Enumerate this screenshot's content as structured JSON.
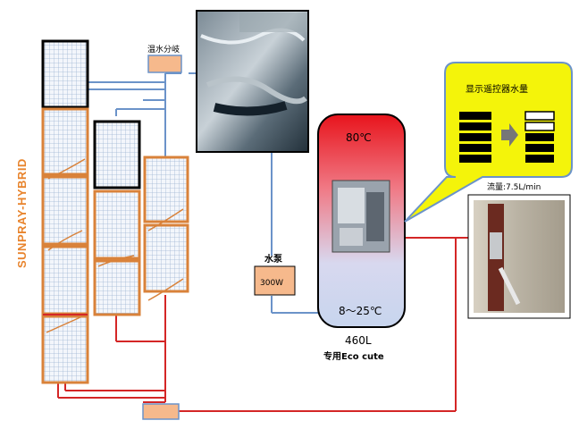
{
  "labels": {
    "manifold": "温水分岐",
    "pump": "水泵",
    "pump_power": "300W",
    "brand": "SUNPRAY-HYBRID",
    "tank_top_temp": "80℃",
    "tank_bottom_temp": "8～25℃",
    "tank_volume": "460L",
    "tank_name": "专用Eco cute",
    "callout_title": "显示遥控器水量",
    "flow_rate": "流量:7.5L/min"
  },
  "colors": {
    "panel_frame": "#d9823a",
    "panel_frame_dark": "#000000",
    "panel_grid": "#9fb6d4",
    "pipe_cold": "#6b93c9",
    "pipe_hot": "#d42626",
    "box_fill": "#f6b98c",
    "callout_fill": "#f4f40a",
    "tank_top": "#e8141c",
    "tank_bottom": "#c9d6ef"
  },
  "icons": {
    "remote_meter": "water-level-meter-icon",
    "arrow": "right-arrow-icon"
  }
}
